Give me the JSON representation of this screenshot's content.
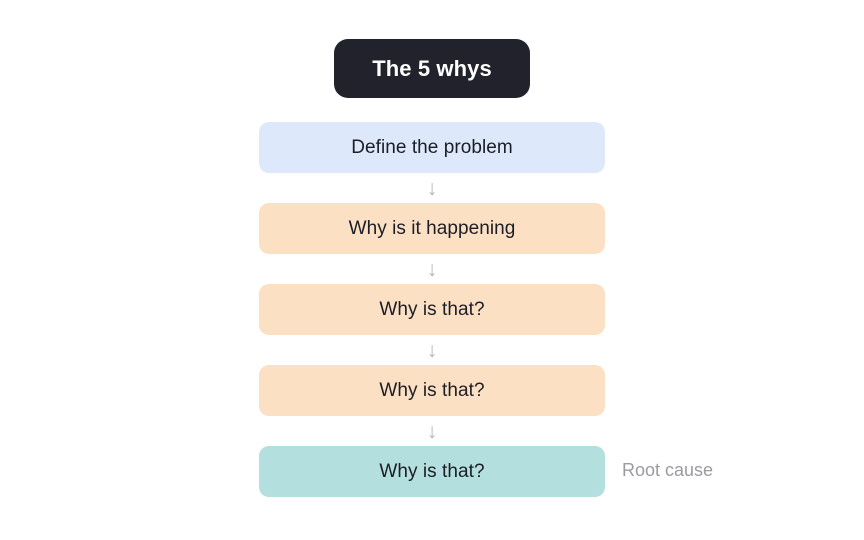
{
  "diagram": {
    "title": "The 5 whys",
    "title_color": "#21222c",
    "title_text_color": "#ffffff",
    "background": "#ffffff",
    "step_text_color": "#1c1d26",
    "arrow_icon": "↓",
    "arrow_color": "#b3b4ba",
    "steps": [
      {
        "label": "Define the problem",
        "color": "#dde9fb"
      },
      {
        "label": "Why is it happening",
        "color": "#fce0c4"
      },
      {
        "label": "Why is that?",
        "color": "#fce0c4"
      },
      {
        "label": "Why is that?",
        "color": "#fce0c4"
      },
      {
        "label": "Why is that?",
        "color": "#b3e0de"
      }
    ],
    "annotation": {
      "label": "Root cause",
      "color": "#9a9aa0"
    }
  },
  "chart_data": {
    "type": "diagram",
    "subtype": "vertical-flowchart",
    "title": "The 5 whys",
    "nodes": [
      {
        "index": 0,
        "label": "Define the problem",
        "fill": "#dde9fb",
        "role": "problem-statement"
      },
      {
        "index": 1,
        "label": "Why is it happening",
        "fill": "#fce0c4",
        "role": "why-1"
      },
      {
        "index": 2,
        "label": "Why is that?",
        "fill": "#fce0c4",
        "role": "why-2"
      },
      {
        "index": 3,
        "label": "Why is that?",
        "fill": "#fce0c4",
        "role": "why-3"
      },
      {
        "index": 4,
        "label": "Why is that?",
        "fill": "#b3e0de",
        "role": "root-cause"
      }
    ],
    "edges": [
      {
        "from": 0,
        "to": 1,
        "marker": "arrow-down"
      },
      {
        "from": 1,
        "to": 2,
        "marker": "arrow-down"
      },
      {
        "from": 2,
        "to": 3,
        "marker": "arrow-down"
      },
      {
        "from": 3,
        "to": 4,
        "marker": "arrow-down"
      }
    ],
    "annotations": [
      {
        "target_node": 4,
        "text": "Root cause",
        "position": "right"
      }
    ]
  }
}
